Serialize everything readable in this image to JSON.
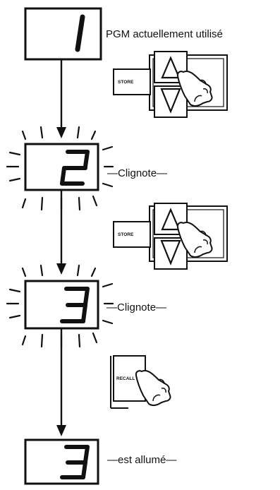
{
  "displays": [
    {
      "digit": "1",
      "state": "steady"
    },
    {
      "digit": "2",
      "state": "blinking"
    },
    {
      "digit": "3",
      "state": "blinking"
    },
    {
      "digit": "3",
      "state": "steady"
    }
  ],
  "labels": {
    "current_pgm": "PGM actuellement utilisé",
    "blink_1": "—Clignote—",
    "blink_2": "—Clignote—",
    "lit": "—est allumé—"
  },
  "buttons": {
    "store": "STORE",
    "recall": "RECALL"
  },
  "icons": [
    "up-arrow-icon",
    "down-arrow-icon",
    "pressing-hand-icon"
  ],
  "colors": {
    "ink": "#111111",
    "paper": "#ffffff"
  }
}
